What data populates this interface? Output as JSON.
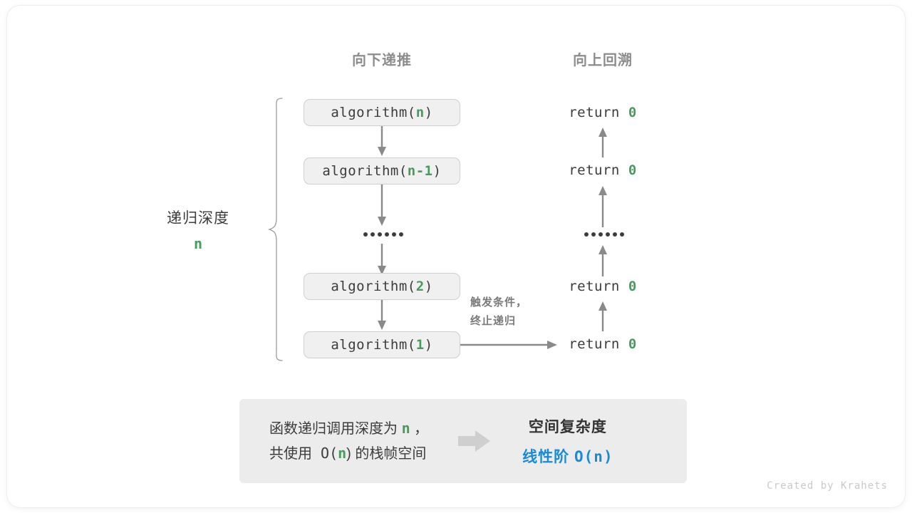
{
  "card": {
    "headers": {
      "down": "向下递推",
      "up": "向上回溯"
    },
    "depth": {
      "label": "递归深度",
      "value": "n"
    },
    "frames": [
      {
        "call": "algorithm(",
        "arg": "n",
        "close": ")"
      },
      {
        "call": "algorithm(",
        "arg": "n-1",
        "close": ")"
      },
      {
        "call": "algorithm(",
        "arg": "2",
        "close": ")"
      },
      {
        "call": "algorithm(",
        "arg": "1",
        "close": ")"
      }
    ],
    "ellipsis_dots": 6,
    "returns": [
      {
        "keyword": "return",
        "value": "0"
      },
      {
        "keyword": "return",
        "value": "0"
      },
      {
        "keyword": "return",
        "value": "0"
      },
      {
        "keyword": "return",
        "value": "0"
      }
    ],
    "note": {
      "line1": "触发条件，",
      "line2": "终止递归"
    },
    "summary": {
      "left_line1_a": "函数递归调用深度为 ",
      "left_line1_n": "n",
      "left_line1_b": " ，",
      "left_line2_a": "共使用 O(",
      "left_line2_n": "n",
      "left_line2_b": ") 的栈帧空间",
      "right_title": "空间复杂度",
      "right_value_a": "线性阶 ",
      "right_value_b": "O(n)"
    },
    "credit": "Created by Krahets"
  },
  "colors": {
    "green": "#479b5b",
    "blue": "#1b8ad4",
    "gray_text": "#3c3c3c",
    "header_gray": "#8c8c8c",
    "box_fill": "#f0f0f0",
    "box_border": "#cfcfcf",
    "panel_fill": "#ececec",
    "arrow": "#8a8a8a"
  }
}
